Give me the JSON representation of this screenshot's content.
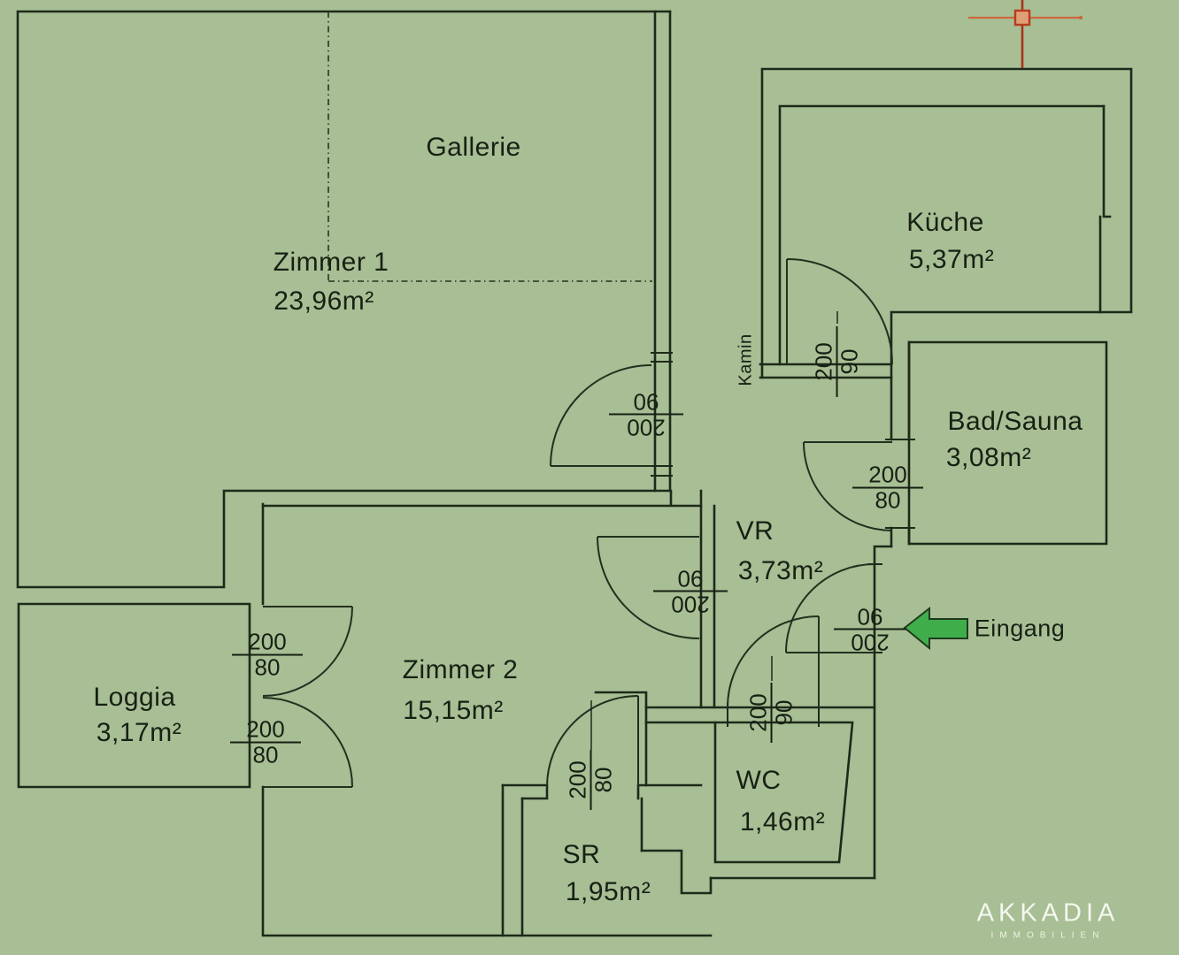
{
  "meta": {
    "background_color": "#a8be94",
    "wall_color": "#1d2a1a",
    "arrow_color": "#3fae4a",
    "cursor_color": "#b93a1c"
  },
  "rooms": {
    "gallerie": {
      "name": "Gallerie"
    },
    "zimmer1": {
      "name": "Zimmer 1",
      "area": "23,96m²"
    },
    "kueche": {
      "name": "Küche",
      "area": "5,37m²"
    },
    "bad_sauna": {
      "name": "Bad/Sauna",
      "area": "3,08m²"
    },
    "vr": {
      "name": "VR",
      "area": "3,73m²"
    },
    "zimmer2": {
      "name": "Zimmer 2",
      "area": "15,15m²"
    },
    "loggia": {
      "name": "Loggia",
      "area": "3,17m²"
    },
    "wc": {
      "name": "WC",
      "area": "1,46m²"
    },
    "sr": {
      "name": "SR",
      "area": "1,95m²"
    }
  },
  "annotations": {
    "kamin": "Kamin",
    "eingang": "Eingang"
  },
  "door_labels": {
    "zimmer1_door": {
      "h": "200",
      "w": "90"
    },
    "kueche_door": {
      "h": "200",
      "w": "90"
    },
    "bad_sauna_door": {
      "h": "200",
      "w": "80"
    },
    "vr_door": {
      "h": "200",
      "w": "90"
    },
    "entrance_door": {
      "h": "200",
      "w": "90"
    },
    "wc_door": {
      "h": "200",
      "w": "90"
    },
    "sr_door": {
      "h": "200",
      "w": "80"
    },
    "loggia_door_upper": {
      "h": "200",
      "w": "80"
    },
    "loggia_door_lower": {
      "h": "200",
      "w": "80"
    }
  },
  "logo": {
    "brand": "AKKADIA",
    "tagline": "IMMOBILIEN"
  }
}
